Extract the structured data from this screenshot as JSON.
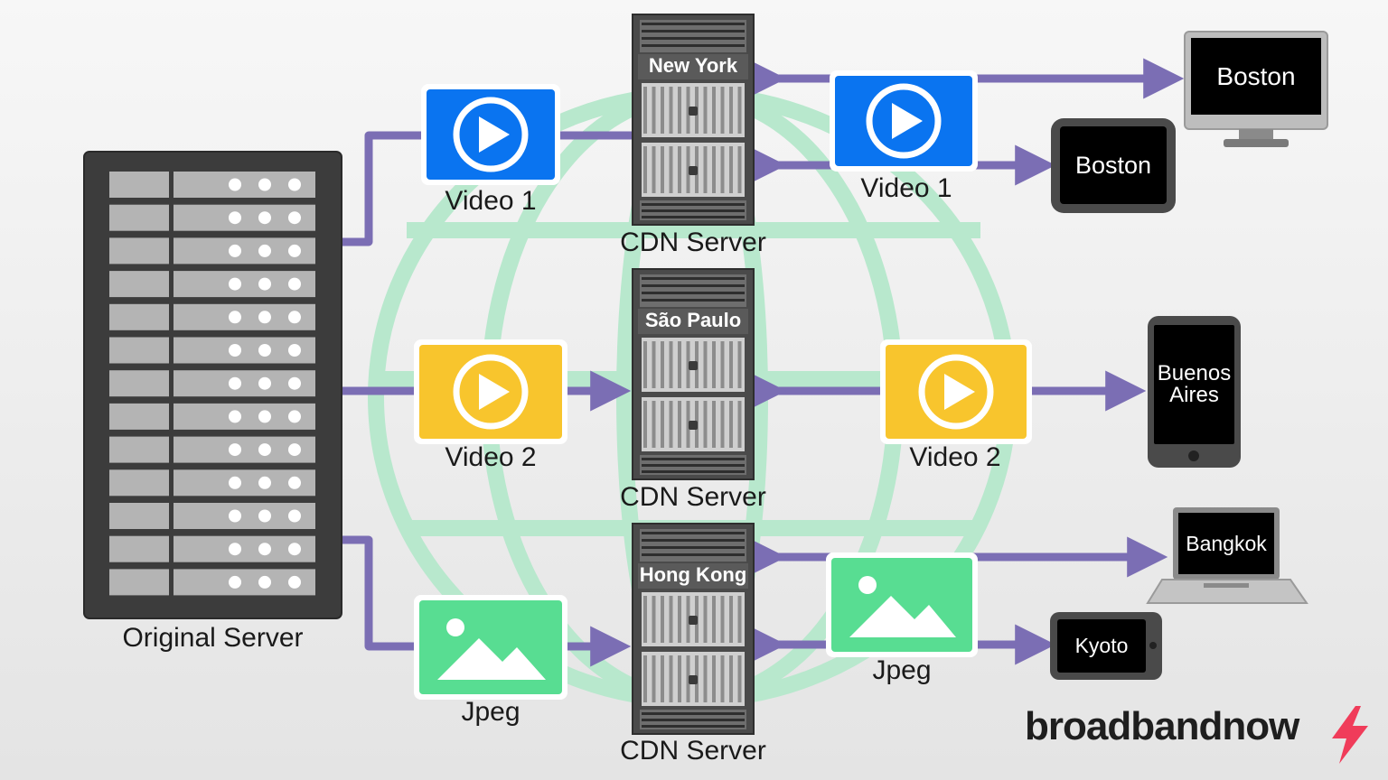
{
  "colors": {
    "connector": "#7b6eb4",
    "globe": "#b8e8cd",
    "video1": "#0a74f0",
    "video2": "#f8c52d",
    "jpeg": "#58dd92",
    "server": "#3c3c3c",
    "brand_bolt": "#f03c5a"
  },
  "origin": {
    "label": "Original Server"
  },
  "cdn": [
    {
      "city": "New York",
      "label": "CDN Server"
    },
    {
      "city": "São Paulo",
      "label": "CDN Server"
    },
    {
      "city": "Hong Kong",
      "label": "CDN Server"
    }
  ],
  "assets": {
    "left": [
      {
        "label": "Video 1",
        "icon": "play-icon"
      },
      {
        "label": "Video 2",
        "icon": "play-icon"
      },
      {
        "label": "Jpeg",
        "icon": "image-icon"
      }
    ],
    "right": [
      {
        "label": "Video 1",
        "icon": "play-icon"
      },
      {
        "label": "Video 2",
        "icon": "play-icon"
      },
      {
        "label": "Jpeg",
        "icon": "image-icon"
      }
    ]
  },
  "devices": [
    {
      "type": "monitor",
      "city": "Boston"
    },
    {
      "type": "tablet",
      "city": "Boston"
    },
    {
      "type": "phone",
      "city": "Buenos Aires"
    },
    {
      "type": "laptop",
      "city": "Bangkok"
    },
    {
      "type": "tablet-landscape",
      "city": "Kyoto"
    }
  ],
  "brand": {
    "name": "broadbandnow"
  }
}
